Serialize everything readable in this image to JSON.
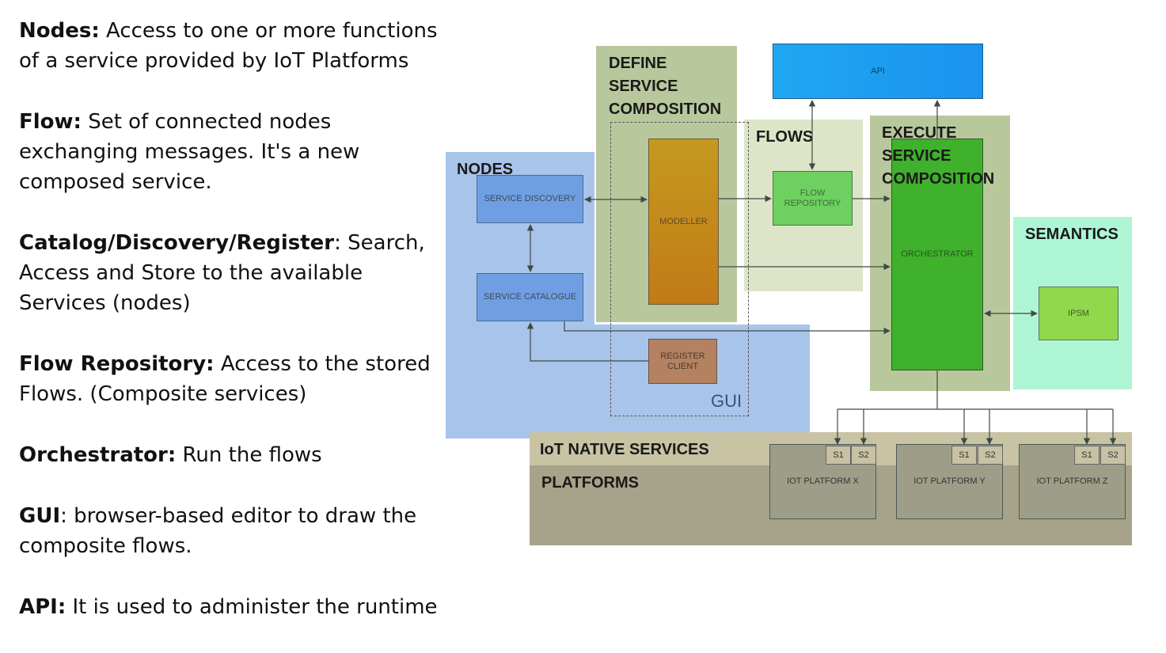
{
  "definitions": [
    {
      "term": "Nodes:",
      "text": " Access to one or more functions of a service provided by IoT Platforms"
    },
    {
      "term": "Flow:",
      "text": " Set of connected nodes exchanging messages. It's a new composed service."
    },
    {
      "term": "Catalog/Discovery/Register",
      "text": ": Search, Access and Store to the available Services (nodes)"
    },
    {
      "term": "Flow Repository:",
      "text": " Access to the stored Flows. (Composite services)"
    },
    {
      "term": "Orchestrator:",
      "text": " Run the flows"
    },
    {
      "term": "GUI",
      "text": ": browser-based editor to draw the composite flows."
    },
    {
      "term": "API:",
      "text": " It is used to administer the runtime"
    }
  ],
  "regions": {
    "nodes": "NODES",
    "define_1": "DEFINE",
    "define_2": "SERVICE",
    "define_3": "COMPOSITION",
    "flows": "FLOWS",
    "execute_1": "EXECUTE",
    "execute_2": "SERVICE",
    "execute_3": "COMPOSITION",
    "semantics": "SEMANTICS",
    "iot_native": "IoT NATIVE SERVICES",
    "platforms": "PLATFORMS",
    "gui": "GUI"
  },
  "boxes": {
    "api": "API",
    "service_discovery": "SERVICE DISCOVERY",
    "service_catalogue": "SERVICE CATALOGUE",
    "modeller": "MODELLER",
    "flow_repo_1": "FLOW",
    "flow_repo_2": "REPOSITORY",
    "register_1": "REGISTER",
    "register_2": "CLIENT",
    "orchestrator": "ORCHESTRATOR",
    "ipsm": "IPSM"
  },
  "platforms": [
    {
      "name": "IOT PLATFORM X",
      "s1": "S1",
      "s2": "S2"
    },
    {
      "name": "IOT PLATFORM Y",
      "s1": "S1",
      "s2": "S2"
    },
    {
      "name": "IOT PLATFORM Z",
      "s1": "S1",
      "s2": "S2"
    }
  ],
  "colors": {
    "nodes_bg": "#a9c4ea",
    "define_bg": "#b9c79d",
    "flows_bg": "#dde5c8",
    "execute_bg": "#b9c79d",
    "semantics_bg": "#aef5d6",
    "iot_native_bg": "#c8c3a3",
    "platforms_bg": "#a7a28a",
    "api": "#1a9ff0",
    "service_box": "#6a9ae0",
    "modeller": "#c4941d",
    "flow_repo": "#6dd060",
    "register": "#b07f5a",
    "orchestrator": "#3fb12c",
    "ipsm": "#8fd94a"
  }
}
